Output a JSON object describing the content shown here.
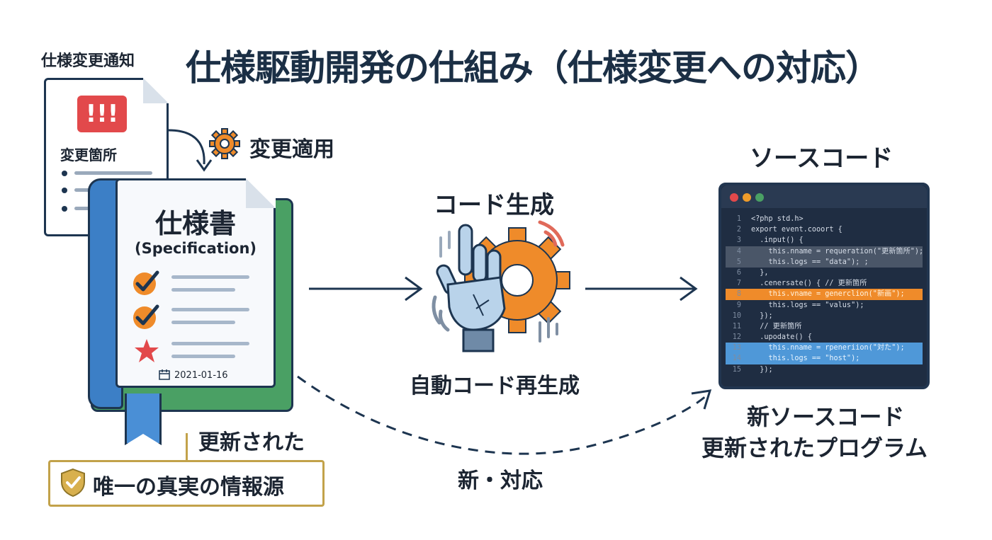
{
  "title": "仕様駆動開発の仕組み（仕様変更への対応）",
  "notice": {
    "label": "仕様変更通知",
    "alert": "!!!",
    "section": "変更箇所"
  },
  "apply_label": "変更適用",
  "spec_doc": {
    "title": "仕様書",
    "subtitle": "(Specification)",
    "date": "2021-01-16"
  },
  "updated_label": "更新された",
  "truth_badge": "唯一の真実の情報源",
  "generation": {
    "label": "コード生成",
    "caption": "自動コード再生成"
  },
  "new_path_label": "新・対応",
  "source": {
    "label": "ソースコード",
    "caption_line1": "新ソースコード",
    "caption_line2": "更新されたプログラム"
  },
  "code_lines": [
    {
      "num": "1",
      "text": "<?php std.h>",
      "hl": ""
    },
    {
      "num": "2",
      "text": "export event.cooort {",
      "hl": ""
    },
    {
      "num": "3",
      "text": "  .input() {",
      "hl": ""
    },
    {
      "num": "4",
      "text": "    this.nname = requeration(\"更新箇所\");",
      "hl": "gray"
    },
    {
      "num": "5",
      "text": "    this.logs == \"data\"); ;",
      "hl": "gray"
    },
    {
      "num": "6",
      "text": "  },",
      "hl": ""
    },
    {
      "num": "7",
      "text": "  .cenersate() { // 更新箇所",
      "hl": ""
    },
    {
      "num": "8",
      "text": "    this.vname = generclion(\"新画\");",
      "hl": "orange"
    },
    {
      "num": "9",
      "text": "    this.logs == \"valus\");",
      "hl": ""
    },
    {
      "num": "10",
      "text": "  });",
      "hl": ""
    },
    {
      "num": "11",
      "text": "  // 更新箇所",
      "hl": ""
    },
    {
      "num": "12",
      "text": "  .upodate() {",
      "hl": ""
    },
    {
      "num": "13",
      "text": "    this.nname = rpeneriion(\"対た\");",
      "hl": "blue"
    },
    {
      "num": "14",
      "text": "    this.logs == \"host\");",
      "hl": "blue"
    },
    {
      "num": "15",
      "text": "  });",
      "hl": ""
    }
  ],
  "colors": {
    "navy": "#1b2f45",
    "alert_red": "#e2494b",
    "gear_orange": "#ef8b2a",
    "book_green": "#4aa064",
    "book_blue": "#3c7fc6",
    "badge_gold": "#c2a24a",
    "editor_bg": "#1f2d42"
  }
}
